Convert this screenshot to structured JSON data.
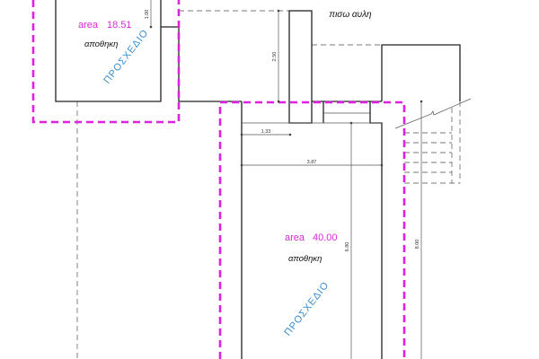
{
  "rooms": [
    {
      "area_label": "area",
      "area_value": "18.51",
      "name": "αποθηκη",
      "stamp": "ΠΡΟΣΧΕΔΙΟ"
    },
    {
      "area_label": "area",
      "area_value": "40.00",
      "name": "αποθηκη",
      "stamp": "ΠΡΟΣΧΕΔΙΟ"
    }
  ],
  "yard_label": "πισω αυλη",
  "dimensions": {
    "d1": "1.00",
    "d2": "2.50",
    "d3": "1.33",
    "d4": "3.87",
    "d5": "6.80",
    "d6": "8.00"
  },
  "colors": {
    "outline": "#e020e0",
    "stamp": "#3a8fd0"
  }
}
